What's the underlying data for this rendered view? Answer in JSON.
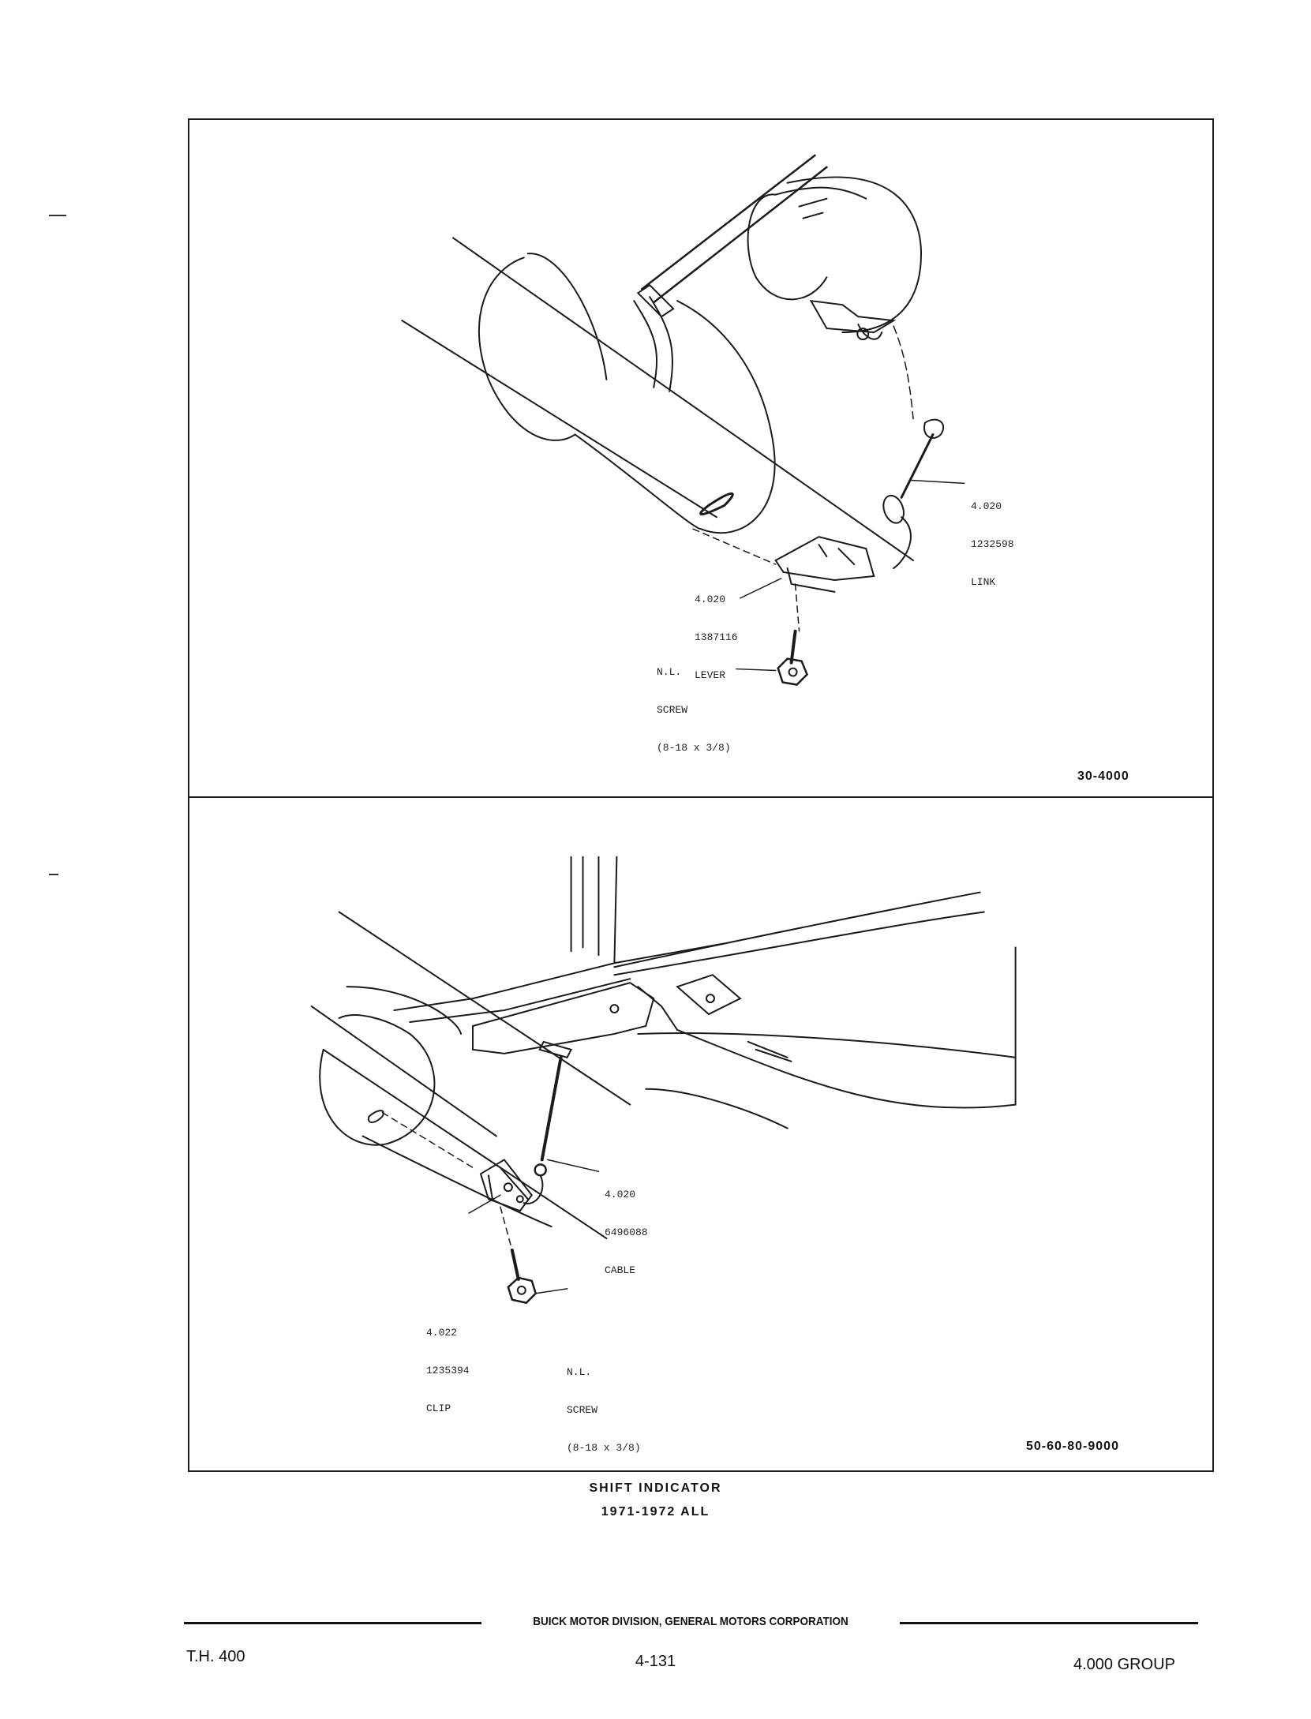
{
  "top_figure": {
    "callouts": {
      "link": [
        "4.020",
        "1232598",
        "LINK"
      ],
      "lever": [
        "4.020",
        "1387116",
        "LEVER"
      ],
      "screw": [
        "N.L.",
        "SCREW",
        "(8-18 x 3/8)"
      ]
    },
    "figure_code": "30-4000"
  },
  "bottom_figure": {
    "callouts": {
      "cable": [
        "4.020",
        "6496088",
        "CABLE"
      ],
      "clip": [
        "4.022",
        "1235394",
        "CLIP"
      ],
      "screw": [
        "N.L.",
        "SCREW",
        "(8-18 x 3/8)"
      ]
    },
    "figure_code": "50-60-80-9000"
  },
  "caption": {
    "title": "SHIFT INDICATOR",
    "subtitle": "1971-1972 ALL"
  },
  "footer": {
    "division": "BUICK MOTOR DIVISION, GENERAL MOTORS CORPORATION",
    "left": "T.H. 400",
    "page_number": "4-131",
    "right": "4.000 GROUP"
  }
}
